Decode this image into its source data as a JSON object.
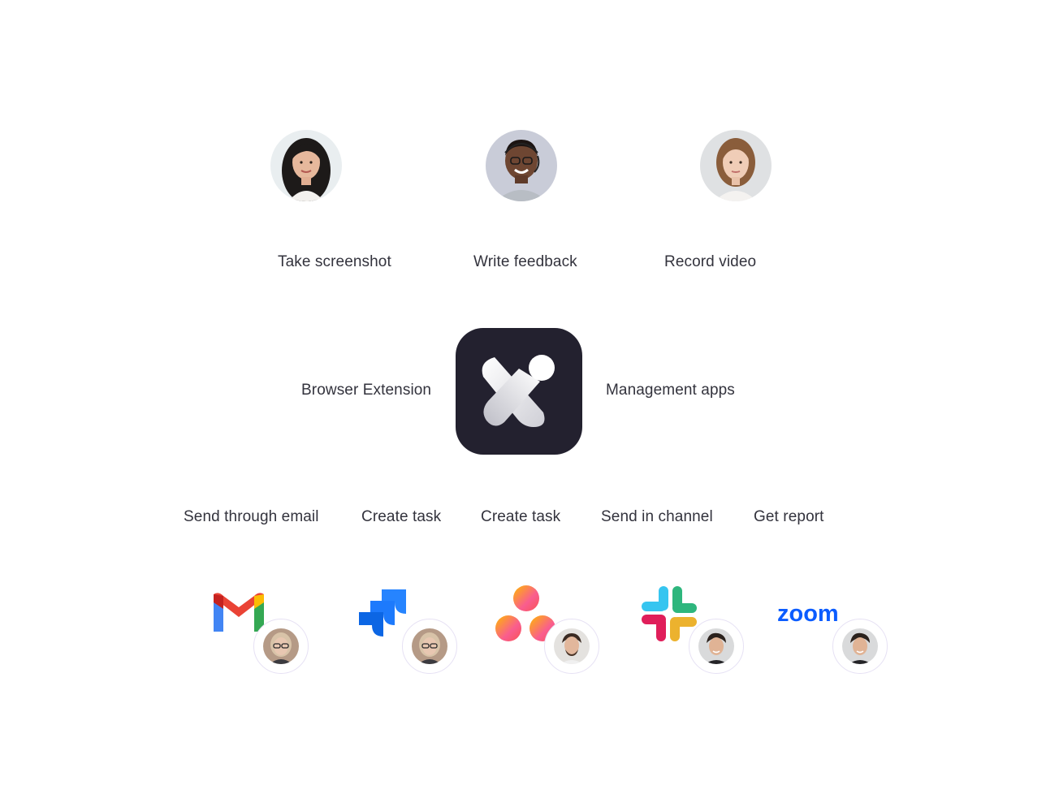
{
  "people": [
    {
      "name": "person-woman-dark-hair"
    },
    {
      "name": "person-man-headset"
    },
    {
      "name": "person-woman-light-hair"
    }
  ],
  "capture_labels": [
    "Take screenshot",
    "Write feedback",
    "Record video"
  ],
  "center": {
    "left_label": "Browser Extension",
    "right_label": "Management apps",
    "logo": "brand-x-logo"
  },
  "action_labels": [
    "Send through email",
    "Create task",
    "Create task",
    "Send in channel",
    "Get report"
  ],
  "apps": [
    {
      "icon": "gmail-icon"
    },
    {
      "icon": "jira-icon"
    },
    {
      "icon": "asana-icon"
    },
    {
      "icon": "slack-icon"
    },
    {
      "icon": "zoom-icon",
      "text": "zoom"
    }
  ],
  "colors": {
    "logo_bg": "#23212f",
    "text": "#33333d",
    "avatar_ring": "#e6e1f4",
    "gmail_red": "#ea4335",
    "gmail_blue": "#4285f4",
    "gmail_green": "#34a853",
    "gmail_yellow": "#fbbc04",
    "jira_blue": "#2684ff",
    "asana_coral": "#f06a6a",
    "zoom_blue": "#0b5cff"
  }
}
